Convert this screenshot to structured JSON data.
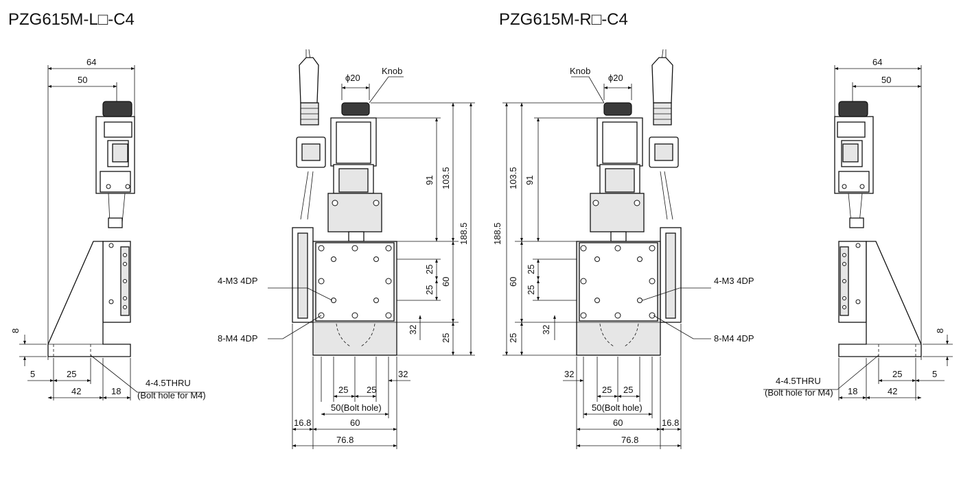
{
  "titles": {
    "left": "PZG615M-L□-C4",
    "right": "PZG615M-R□-C4"
  },
  "labels": {
    "knob": "Knob",
    "phi20": "ϕ20",
    "m3": "4-M3 4DP",
    "m4": "8-M4 4DP",
    "thru_1": "4-4.5THRU",
    "thru_2": "(Bolt hole for M4)",
    "bolt_hole": "50(Bolt hole)"
  },
  "dims": {
    "d64": "64",
    "d50": "50",
    "d8": "8",
    "d5": "5",
    "d25": "25",
    "d42": "42",
    "d18": "18",
    "d91": "91",
    "d103_5": "103.5",
    "d188_5": "188.5",
    "d60": "60",
    "d32": "32",
    "d16_8": "16.8",
    "d76_8": "76.8"
  }
}
